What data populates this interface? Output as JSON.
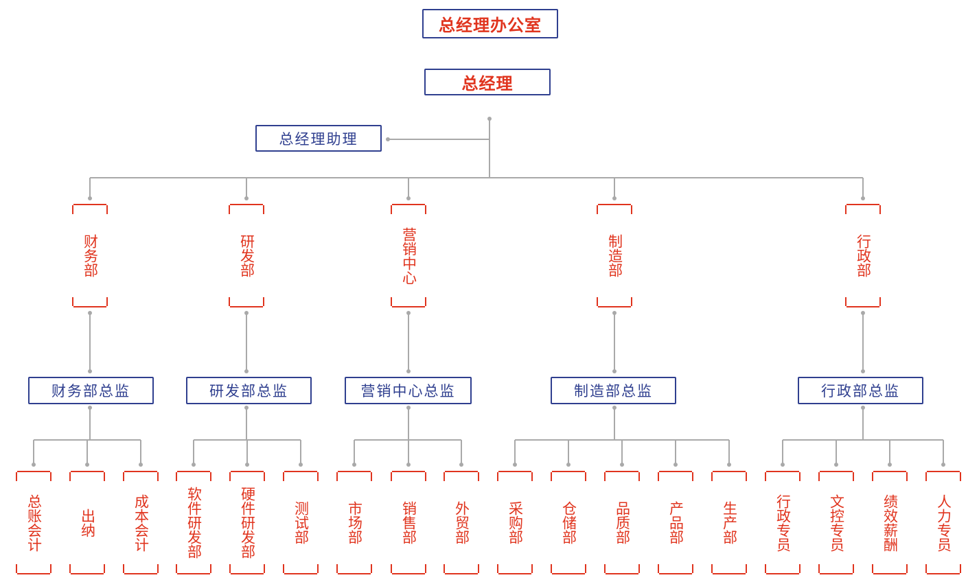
{
  "colors": {
    "blue": "#2f3f8f",
    "red": "#e0341e",
    "line": "#a9a9a9"
  },
  "office": "总经理办公室",
  "ceo": "总经理",
  "assistant": "总经理助理",
  "departments": [
    {
      "name": "财务部",
      "director": "财务部总监",
      "units": [
        "总账会计",
        "出纳",
        "成本会计"
      ]
    },
    {
      "name": "研发部",
      "director": "研发部总监",
      "units": [
        "软件研发部",
        "硬件研发部",
        "测试部"
      ]
    },
    {
      "name": "营销中心",
      "director": "营销中心总监",
      "units": [
        "市场部",
        "销售部",
        "外贸部"
      ]
    },
    {
      "name": "制造部",
      "director": "制造部总监",
      "units": [
        "采购部",
        "仓储部",
        "品质部",
        "产品部",
        "生产部"
      ]
    },
    {
      "name": "行政部",
      "director": "行政部总监",
      "units": [
        "行政专员",
        "文控专员",
        "绩效薪酬",
        "人力专员"
      ]
    }
  ]
}
